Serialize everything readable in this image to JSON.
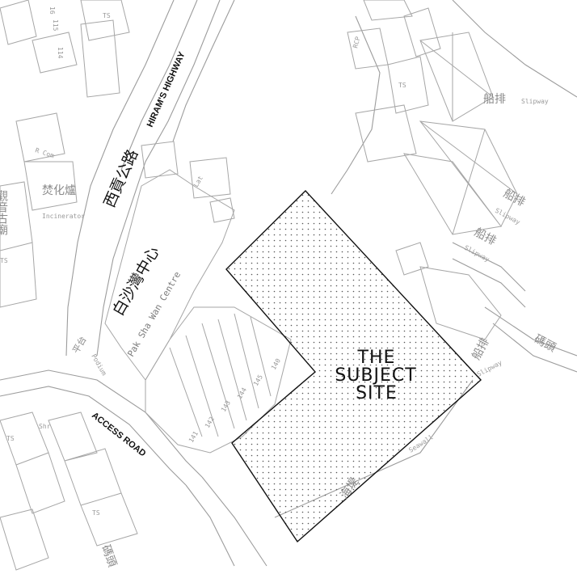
{
  "map": {
    "roads": {
      "hirams_highway_en": "HIRAM'S HIGHWAY",
      "hirams_highway_zh": "西貢公路",
      "access_road": "ACCESS ROAD"
    },
    "subject_site": {
      "line1": "THE",
      "line2": "SUBJECT",
      "line3": "SITE"
    },
    "pak_sha_wan_centre": {
      "zh": "白沙灣中心",
      "en": "Pak Sha Wan Centre"
    },
    "labels": {
      "incinerator_zh": "焚化爐",
      "incinerator_en": "Incinerator",
      "temple_zh": "觀音古廟",
      "slipway_zh": "船排",
      "slipway_en": "Slipway",
      "pier_zh": "碼頭",
      "seawall_zh": "海堤",
      "seawall_en": "Seawall",
      "podium_zh": "平台",
      "podium_en": "Podium",
      "r_com": "R Com",
      "ts": "TS",
      "shr": "Shr",
      "lat": "Lat",
      "rcp": "RCP"
    },
    "lot_numbers": [
      "16",
      "115",
      "114",
      "141",
      "142",
      "143",
      "144",
      "145",
      "140"
    ],
    "colors": {
      "site_outline": "#111111",
      "base_lines": "#a6a6a6",
      "site_dots": "#555555"
    }
  }
}
